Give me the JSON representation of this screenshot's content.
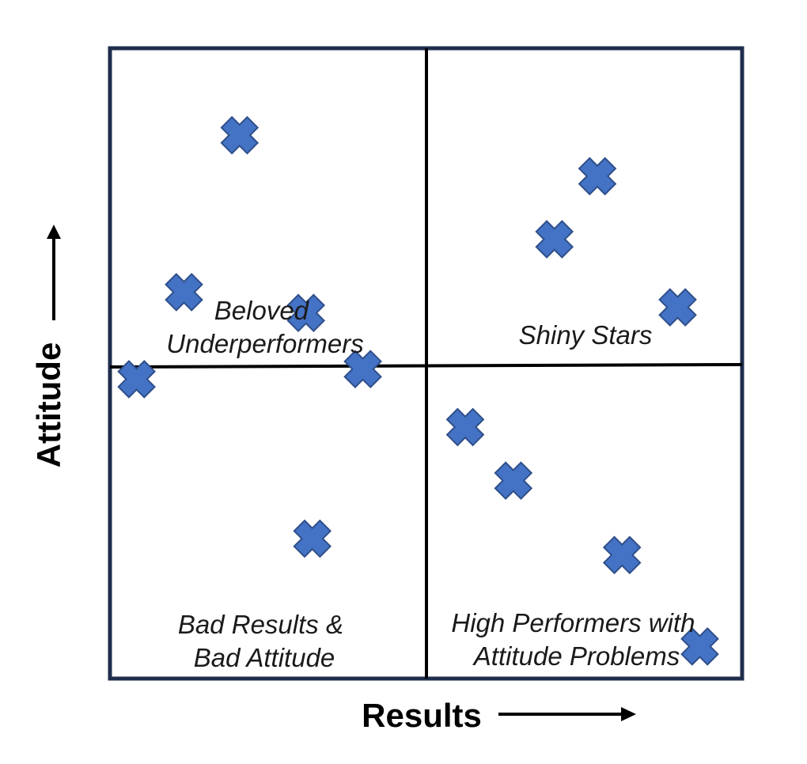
{
  "axes": {
    "x_label": "Results",
    "y_label": "Attitude"
  },
  "quadrants": {
    "top_left": [
      "Beloved",
      "Underperformers"
    ],
    "top_right": [
      "Shiny Stars"
    ],
    "bottom_left": [
      "Bad Results &",
      "Bad Attitude"
    ],
    "bottom_right": [
      "High Performers with",
      "Attitude Problems"
    ]
  },
  "colors": {
    "frame": "#1f2d4d",
    "divider": "#000000",
    "marker_fill": "#4472c4",
    "marker_stroke": "#2f4f8a"
  },
  "marker_icon": "x-cross-icon",
  "markers": [
    {
      "x": 0.205,
      "y": 0.862
    },
    {
      "x": 0.117,
      "y": 0.613
    },
    {
      "x": 0.31,
      "y": 0.58
    },
    {
      "x": 0.042,
      "y": 0.475
    },
    {
      "x": 0.4,
      "y": 0.491
    },
    {
      "x": 0.771,
      "y": 0.797
    },
    {
      "x": 0.703,
      "y": 0.697
    },
    {
      "x": 0.898,
      "y": 0.589
    },
    {
      "x": 0.562,
      "y": 0.399
    },
    {
      "x": 0.638,
      "y": 0.314
    },
    {
      "x": 0.32,
      "y": 0.222
    },
    {
      "x": 0.81,
      "y": 0.196
    },
    {
      "x": 0.933,
      "y": 0.051
    }
  ]
}
